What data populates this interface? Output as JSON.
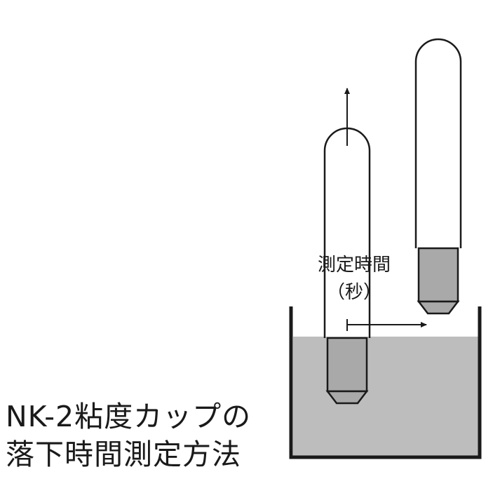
{
  "diagram": {
    "caption_line1": "NK-2粘度カップの",
    "caption_line2": "落下時間測定方法",
    "measure_label_line1": "測定時間",
    "measure_label_line2": "（秒）",
    "colors": {
      "liquid": "#bdbdbd",
      "line": "#1a1a1a",
      "cup_body": "#a9a9a9",
      "background": "#ffffff"
    }
  }
}
